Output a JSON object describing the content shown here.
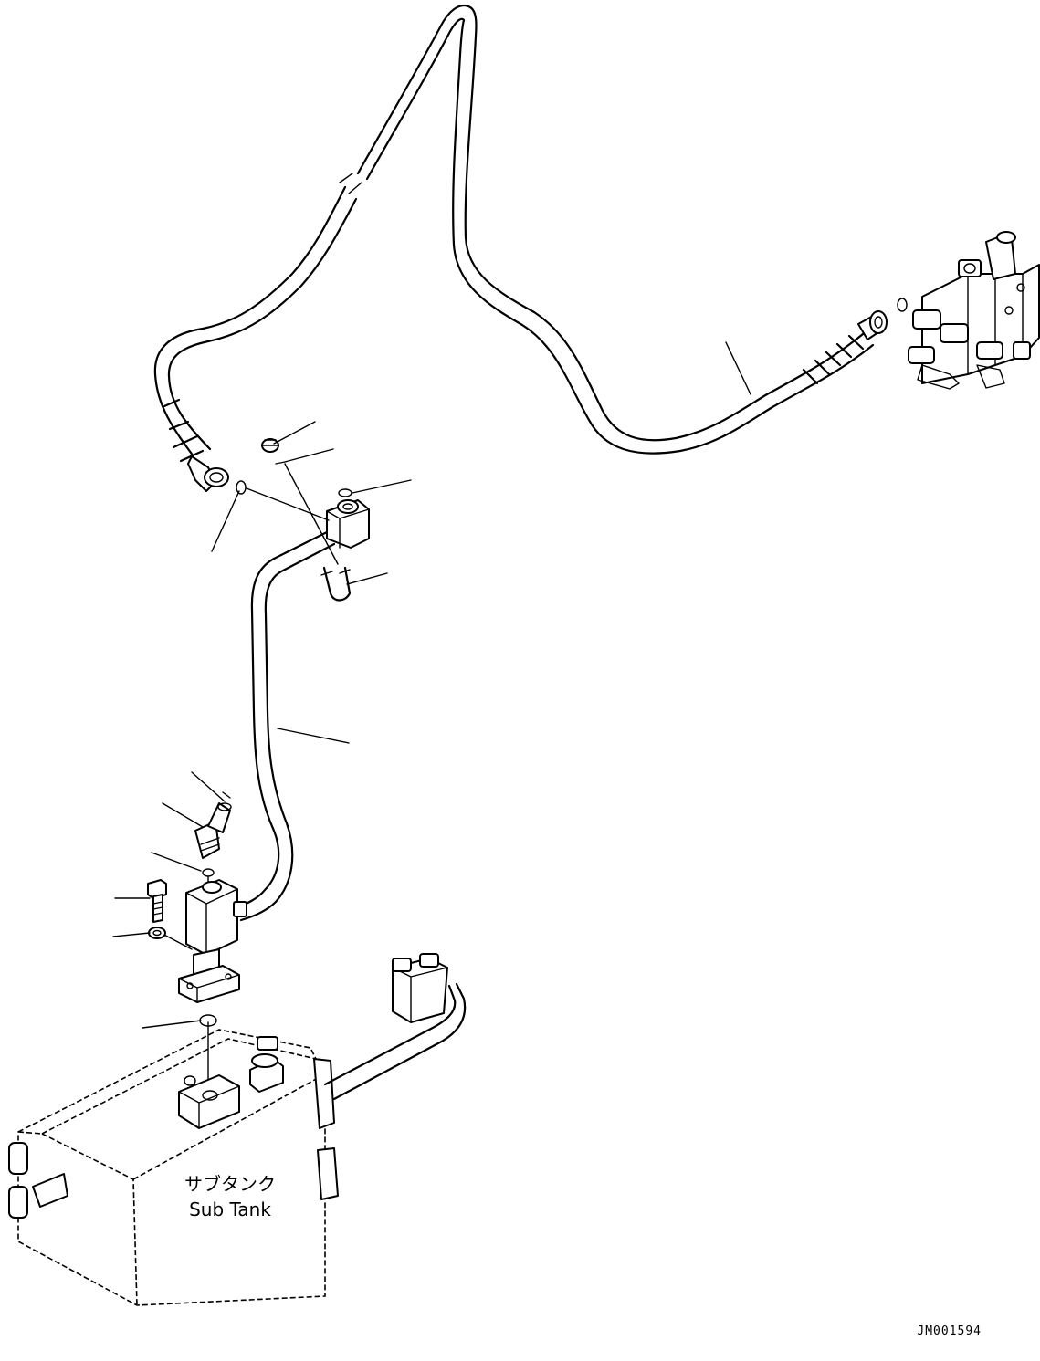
{
  "diagram": {
    "tank_label_jp": "サブタンク",
    "tank_label_en": "Sub Tank",
    "drawing_code": "JM001594"
  },
  "leader_lines": 15
}
